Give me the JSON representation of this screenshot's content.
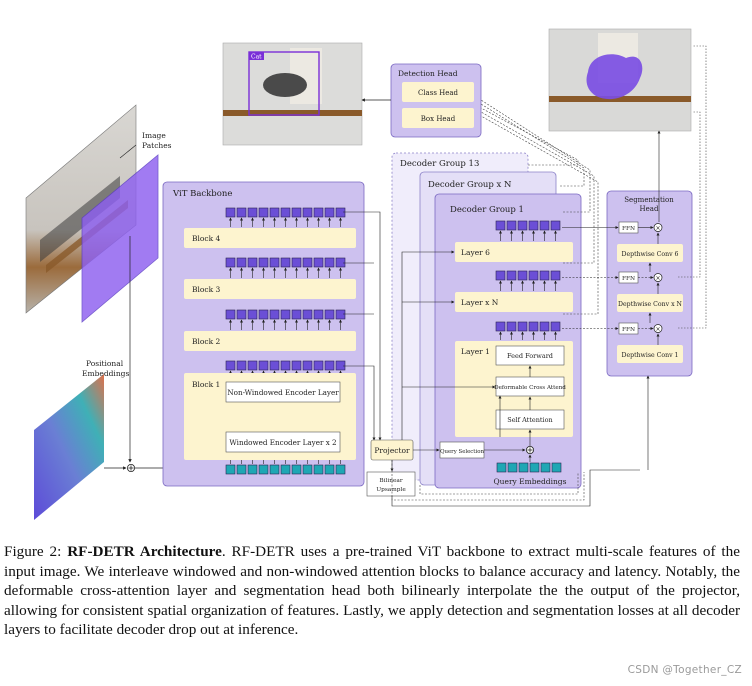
{
  "diagram": {
    "image_patches_label_1": "Image",
    "image_patches_label_2": "Patches",
    "positional_label_1": "Positional",
    "positional_label_2": "Embeddings",
    "vit_backbone_title": "ViT Backbone",
    "block4": "Block 4",
    "block3": "Block 3",
    "block2": "Block 2",
    "block1": "Block 1",
    "non_windowed_layer": "Non-Windowed Encoder Layer",
    "windowed_layer": "Windowed Encoder Layer x 2",
    "detection_head_title": "Detection Head",
    "class_head": "Class Head",
    "box_head": "Box Head",
    "cat_label": "Cat",
    "decoder_group_13": "Decoder Group 13",
    "decoder_group_n": "Decoder Group x N",
    "decoder_group_1": "Decoder Group 1",
    "layer6": "Layer 6",
    "layerxn": "Layer x N",
    "layer1": "Layer 1",
    "feed_forward": "Feed Forward",
    "deformable_cross_attend": "Deformable Cross Attend",
    "self_attention": "Self Attention",
    "query_embeddings": "Query Embeddings",
    "query_selection": "Query Selection",
    "projector": "Projector",
    "bilinear_1": "Bilinear",
    "bilinear_2": "Upsample",
    "segmentation_head_1": "Segmentation",
    "segmentation_head_2": "Head",
    "ffn": "FFN",
    "depthwise_conv6": "Depthwise Conv 6",
    "depthwise_convxn": "Depthwise Conv x N",
    "depthwise_conv1": "Depthwise Conv 1",
    "mult_symbol": "×",
    "plus_symbol": "⊕"
  },
  "caption": {
    "prefix": "Figure 2: ",
    "title": "RF-DETR Architecture",
    "body": ". RF-DETR uses a pre-trained ViT backbone to extract multi-scale features of the input image. We interleave windowed and non-windowed attention blocks to balance accuracy and latency. Notably, the deformable cross-attention layer and segmentation head both bilinearly interpolate the the output of the projector, allowing for consistent spatial organization of features. Lastly, we apply detection and segmentation losses at all decoder layers to facilitate decoder drop out at inference."
  },
  "watermark": "CSDN @Together_CZ",
  "colors": {
    "panel_purple": "#cdc1ef",
    "panel_border": "#7a68c2",
    "token_purple": "#6b4fd6",
    "token_teal": "#1fa7b4",
    "block_yellow": "#fdf4cf",
    "segment_mask": "#7b4ee3"
  }
}
